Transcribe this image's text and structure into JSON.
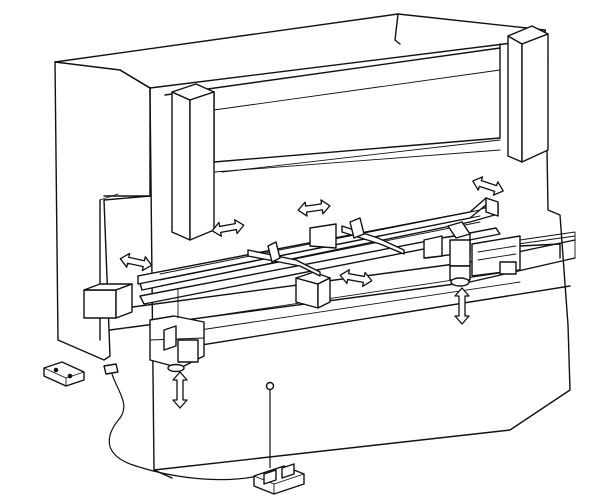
{
  "diagram": {
    "colors": {
      "line": "#111111",
      "background": "#ffffff"
    },
    "components": [
      "machine-frame",
      "upper-beam",
      "left-side-column",
      "right-side-column",
      "lower-table",
      "backgauge-crossbar",
      "backgauge-finger-left",
      "backgauge-finger-middle",
      "backgauge-finger-right",
      "x-axis-carriage",
      "z-axis-carriage",
      "foot-pedal",
      "control-cable",
      "floor-anchor-plate"
    ],
    "motion_arrows": [
      {
        "id": "arrow-top-right",
        "direction": "horizontal"
      },
      {
        "id": "arrow-mid",
        "direction": "horizontal"
      },
      {
        "id": "arrow-left-upper",
        "direction": "horizontal"
      },
      {
        "id": "arrow-left",
        "direction": "horizontal"
      },
      {
        "id": "arrow-center-low",
        "direction": "horizontal"
      },
      {
        "id": "arrow-right-vertical",
        "direction": "vertical"
      },
      {
        "id": "arrow-left-vertical",
        "direction": "vertical"
      }
    ]
  }
}
